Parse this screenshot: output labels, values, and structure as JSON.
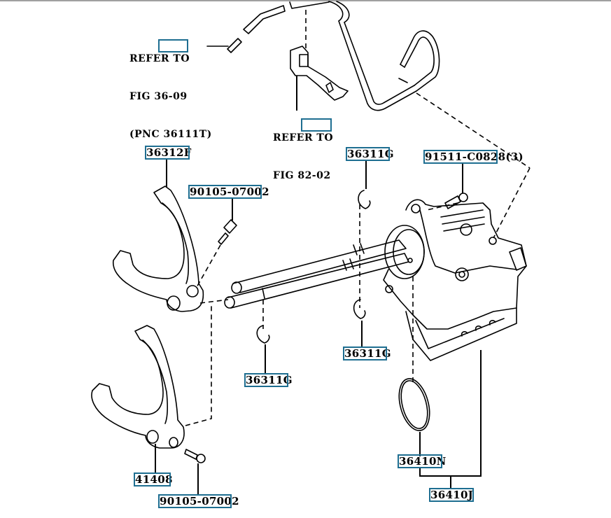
{
  "diagram": {
    "title": "Transmission shift fork and shift rail exploded view",
    "references": [
      {
        "line1": "REFER TO",
        "line2_prefix": "FIG ",
        "fig": "36-09",
        "line3": "(PNC 36111T)"
      },
      {
        "line1": "REFER TO",
        "line2_prefix": "FIG ",
        "fig": "82-02"
      }
    ],
    "parts": [
      {
        "id": "fork-36312",
        "number": "36312",
        "suffix": "F",
        "highlighted": "36312"
      },
      {
        "id": "bolt-upper",
        "number": "90105-07002",
        "suffix": "",
        "highlighted": "90105-0700"
      },
      {
        "id": "snap-ring-top",
        "number": "36311",
        "suffix": "G",
        "highlighted": "36311"
      },
      {
        "id": "bolt-housing",
        "number": "91511-C0828",
        "suffix": "(3)",
        "highlighted": "91511-C08"
      },
      {
        "id": "snap-ring-right",
        "number": "36311",
        "suffix": "G",
        "highlighted": "36311"
      },
      {
        "id": "snap-ring-left",
        "number": "36311",
        "suffix": "G",
        "highlighted": "36311"
      },
      {
        "id": "o-ring",
        "number": "36410N",
        "suffix": "",
        "highlighted": "36410"
      },
      {
        "id": "shift-housing-assy",
        "number": "36410J",
        "suffix": "",
        "highlighted": "36410"
      },
      {
        "id": "fork-41408",
        "number": "41408",
        "suffix": "",
        "highlighted": "4140"
      },
      {
        "id": "bolt-lower",
        "number": "90105-07002",
        "suffix": "",
        "highlighted": "90105-0700"
      }
    ],
    "highlight_color": "#1e6e91"
  }
}
